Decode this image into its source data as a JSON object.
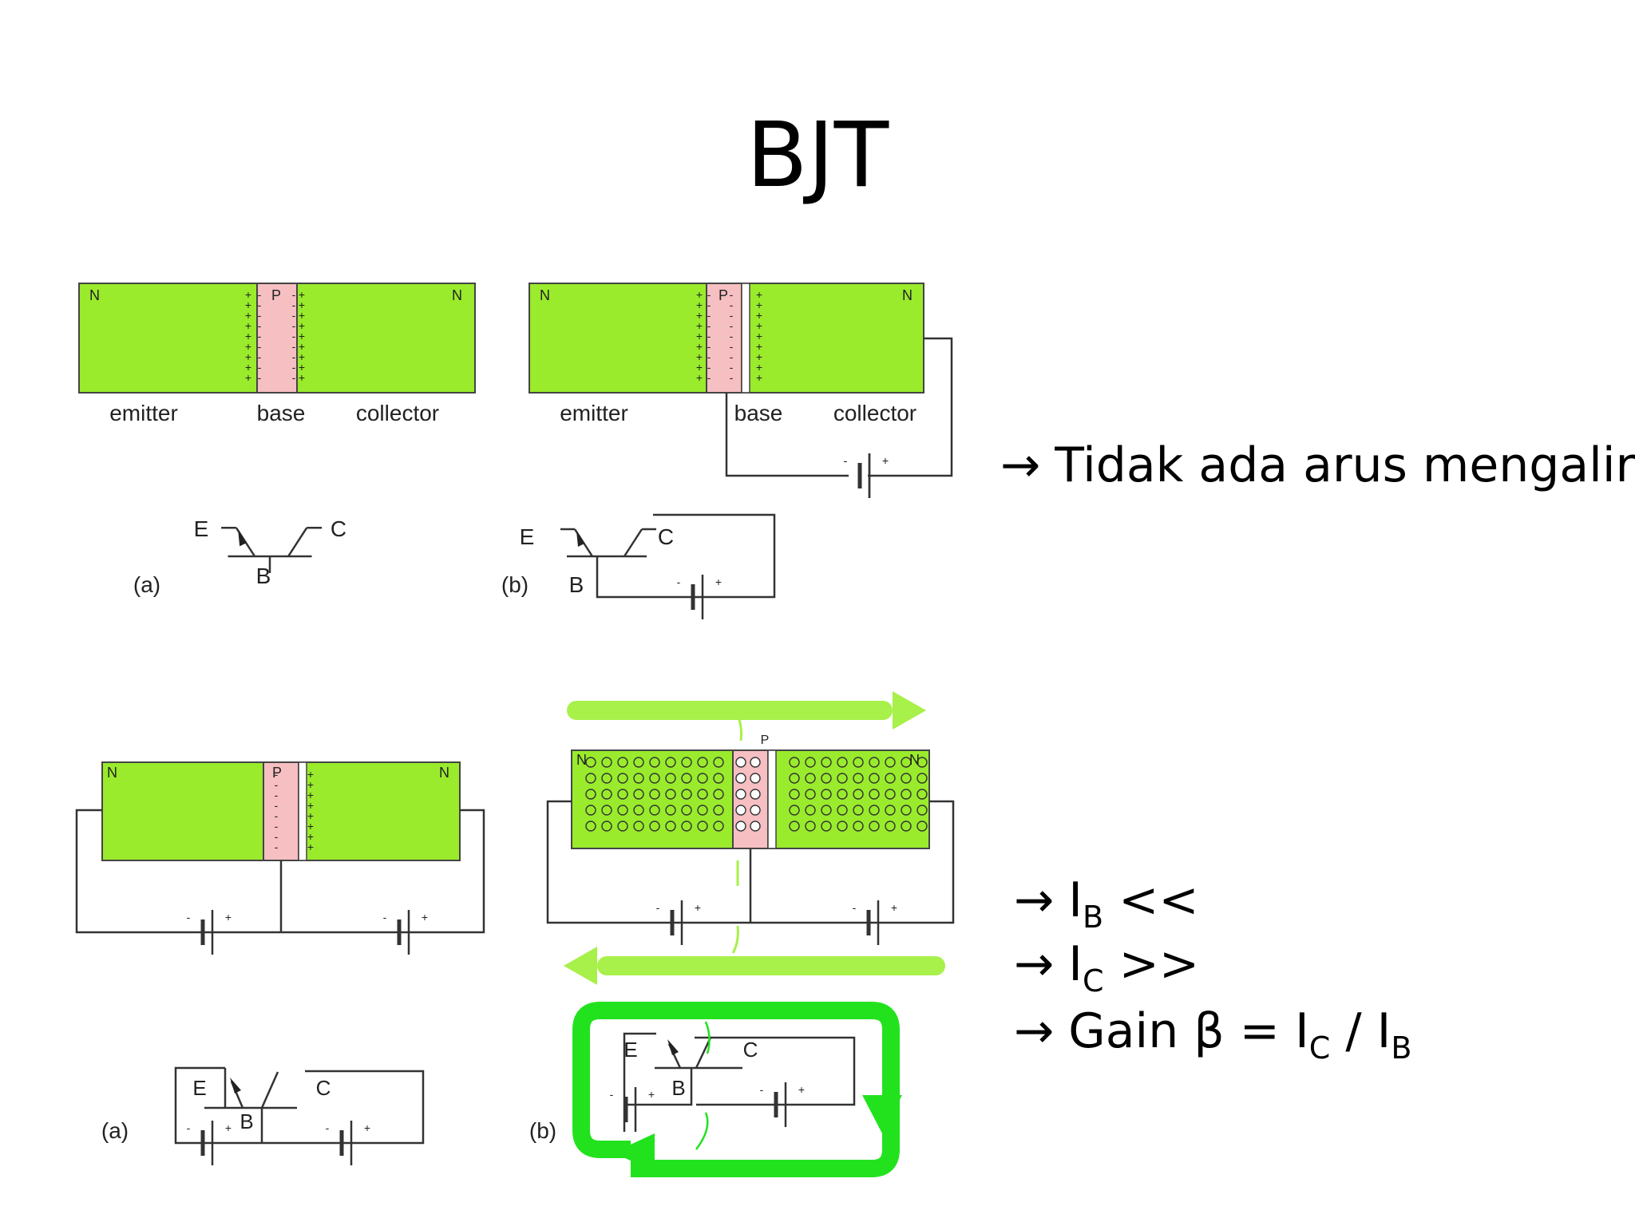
{
  "slide": {
    "title": "BJT",
    "statement_top": "Tidak ada arus mengalir",
    "arrow_glyph": "→",
    "ib": {
      "symbol": "I",
      "sub": "B",
      "rel": "<<"
    },
    "ic": {
      "symbol": "I",
      "sub": "C",
      "rel": ">>"
    },
    "gain": {
      "prefix": "Gain β = ",
      "num": "I",
      "num_sub": "C",
      "sep": " / ",
      "den": "I",
      "den_sub": "B"
    }
  },
  "diagram": {
    "region_n": "N",
    "region_p": "P",
    "label_emitter": "emitter",
    "label_base": "base",
    "label_collector": "collector",
    "sym_e": "E",
    "sym_b": "B",
    "sym_c": "C",
    "cap_a": "(a)",
    "cap_b": "(b)",
    "plus": "+",
    "minus": "-",
    "colors": {
      "semiconductor_n": "#9AEB2C",
      "semiconductor_p": "#F6BFC2",
      "current_arrow": "#A8F04A",
      "current_loop": "#22E21E",
      "wire": "#333333"
    }
  }
}
